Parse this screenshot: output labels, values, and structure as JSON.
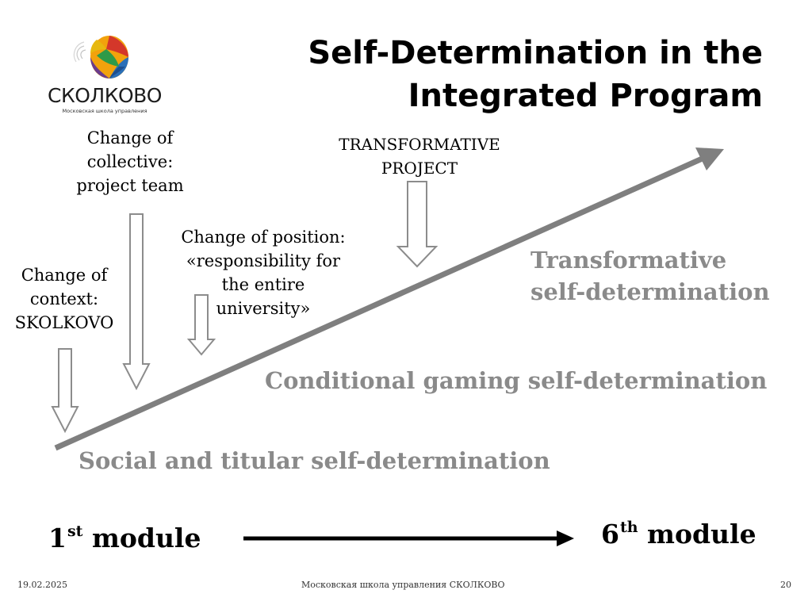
{
  "logo": {
    "wordmark": "СКОЛКОВО",
    "subtitle": "Московская школа управления"
  },
  "title": {
    "line1": "Self-Determination in the",
    "line2": "Integrated Program"
  },
  "annotations": {
    "context": {
      "lines": [
        "Change of",
        "context:",
        "SKOLKOVO"
      ]
    },
    "collective": {
      "lines": [
        "Change of",
        "collective:",
        "project team"
      ]
    },
    "position": {
      "lines": [
        "Change of position:",
        "«responsibility for",
        "the entire",
        "university»"
      ]
    },
    "project": {
      "lines": [
        "TRANSFORMATIVE",
        "PROJECT"
      ]
    }
  },
  "stages": {
    "social": "Social and titular self-determination",
    "conditional": "Conditional gaming self-determination",
    "transformative": {
      "line1": "Transformative",
      "line2": "self-determination"
    }
  },
  "modules": {
    "start": {
      "number": "1",
      "suffix": "st",
      "label": " module"
    },
    "end": {
      "number": "6",
      "suffix": "th",
      "label": " module"
    }
  },
  "footer": {
    "date": "19.02.2025",
    "center": "Московская школа управления СКОЛКОВО",
    "page": "20"
  },
  "colors": {
    "stage_text": "#8a8a8a",
    "diagonal_arrow": "#7f7f7f",
    "hollow_arrow_stroke": "#8c8c8c"
  }
}
